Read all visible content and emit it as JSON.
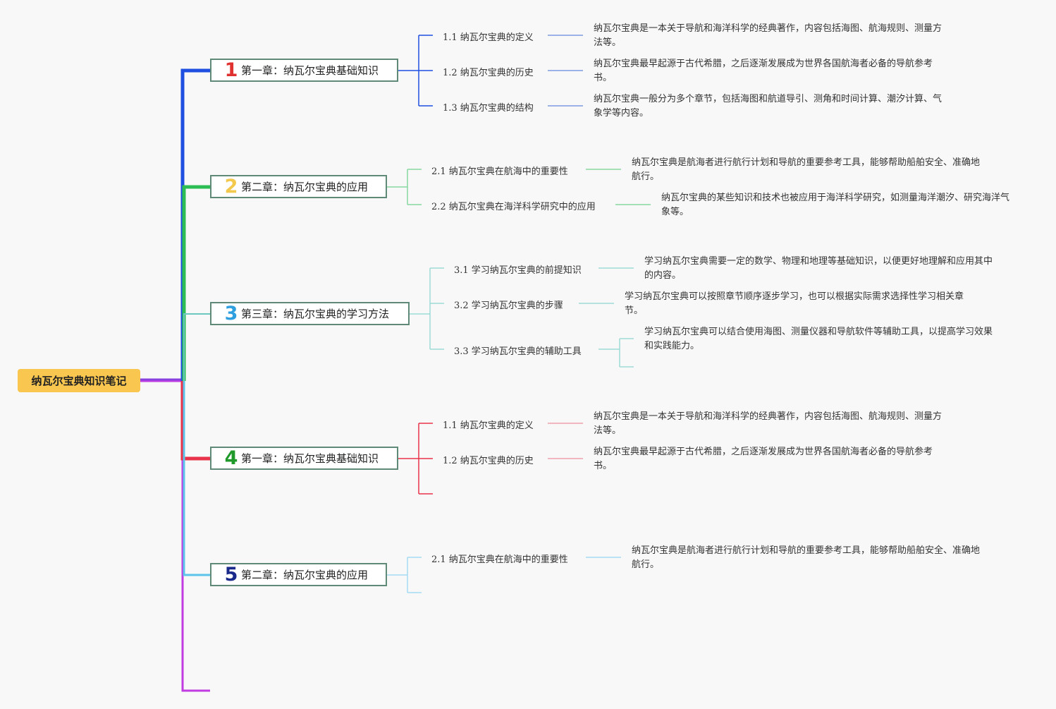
{
  "root": {
    "label": "纳瓦尔宝典知识笔记"
  },
  "chapters": [
    {
      "num": "1",
      "num_color": "#e03131",
      "line_color": "#1f4fe0",
      "sub_color": "#7d9be0",
      "title": "第一章：纳瓦尔宝典基础知识",
      "items": [
        {
          "label": "1.1 纳瓦尔宝典的定义",
          "text": "纳瓦尔宝典是一本关于导航和海洋科学的经典著作，内容包括海图、航海规则、测量方法等。"
        },
        {
          "label": "1.2 纳瓦尔宝典的历史",
          "text": "纳瓦尔宝典最早起源于古代希腊，之后逐渐发展成为世界各国航海者必备的导航参考书。"
        },
        {
          "label": "1.3 纳瓦尔宝典的结构",
          "text": "纳瓦尔宝典一般分为多个章节，包括海图和航道导引、测角和时间计算、潮汐计算、气象学等内容。"
        }
      ]
    },
    {
      "num": "2",
      "num_color": "#f2c94c",
      "line_color": "#2dbd55",
      "sub_color": "#88d8a0",
      "title": "第二章：纳瓦尔宝典的应用",
      "items": [
        {
          "label": "2.1 纳瓦尔宝典在航海中的重要性",
          "text": "纳瓦尔宝典是航海者进行航行计划和导航的重要参考工具，能够帮助船舶安全、准确地航行。"
        },
        {
          "label": "2.2 纳瓦尔宝典在海洋科学研究中的应用",
          "text": "纳瓦尔宝典的某些知识和技术也被应用于海洋科学研究，如测量海洋潮汐、研究海洋气象等。"
        }
      ]
    },
    {
      "num": "3",
      "num_color": "#2f9fe0",
      "line_color": "#6cc9c2",
      "sub_color": "#9edbd6",
      "title": "第三章：纳瓦尔宝典的学习方法",
      "items": [
        {
          "label": "3.1 学习纳瓦尔宝典的前提知识",
          "text": "学习纳瓦尔宝典需要一定的数学、物理和地理等基础知识，以便更好地理解和应用其中的内容。"
        },
        {
          "label": "3.2 学习纳瓦尔宝典的步骤",
          "text": "学习纳瓦尔宝典可以按照章节顺序逐步学习，也可以根据实际需求选择性学习相关章节。"
        },
        {
          "label": "3.3 学习纳瓦尔宝典的辅助工具",
          "text": "学习纳瓦尔宝典可以结合使用海图、测量仪器和导航软件等辅助工具，以提高学习效果和实践能力。"
        }
      ]
    },
    {
      "num": "4",
      "num_color": "#1f9a2a",
      "line_color": "#e8334a",
      "sub_color": "#f0a0ad",
      "title": "第一章：纳瓦尔宝典基础知识",
      "items": [
        {
          "label": "1.1 纳瓦尔宝典的定义",
          "text": "纳瓦尔宝典是一本关于导航和海洋科学的经典著作，内容包括海图、航海规则、测量方法等。"
        },
        {
          "label": "1.2 纳瓦尔宝典的历史",
          "text": "纳瓦尔宝典最早起源于古代希腊，之后逐渐发展成为世界各国航海者必备的导航参考书。"
        }
      ]
    },
    {
      "num": "5",
      "num_color": "#1a2a8a",
      "line_color": "#5cc3ea",
      "sub_color": "#a4dcf2",
      "title": "第二章：纳瓦尔宝典的应用",
      "items": [
        {
          "label": "2.1 纳瓦尔宝典在航海中的重要性",
          "text": "纳瓦尔宝典是航海者进行航行计划和导航的重要参考工具，能够帮助船舶安全、准确地航行。"
        }
      ]
    }
  ]
}
